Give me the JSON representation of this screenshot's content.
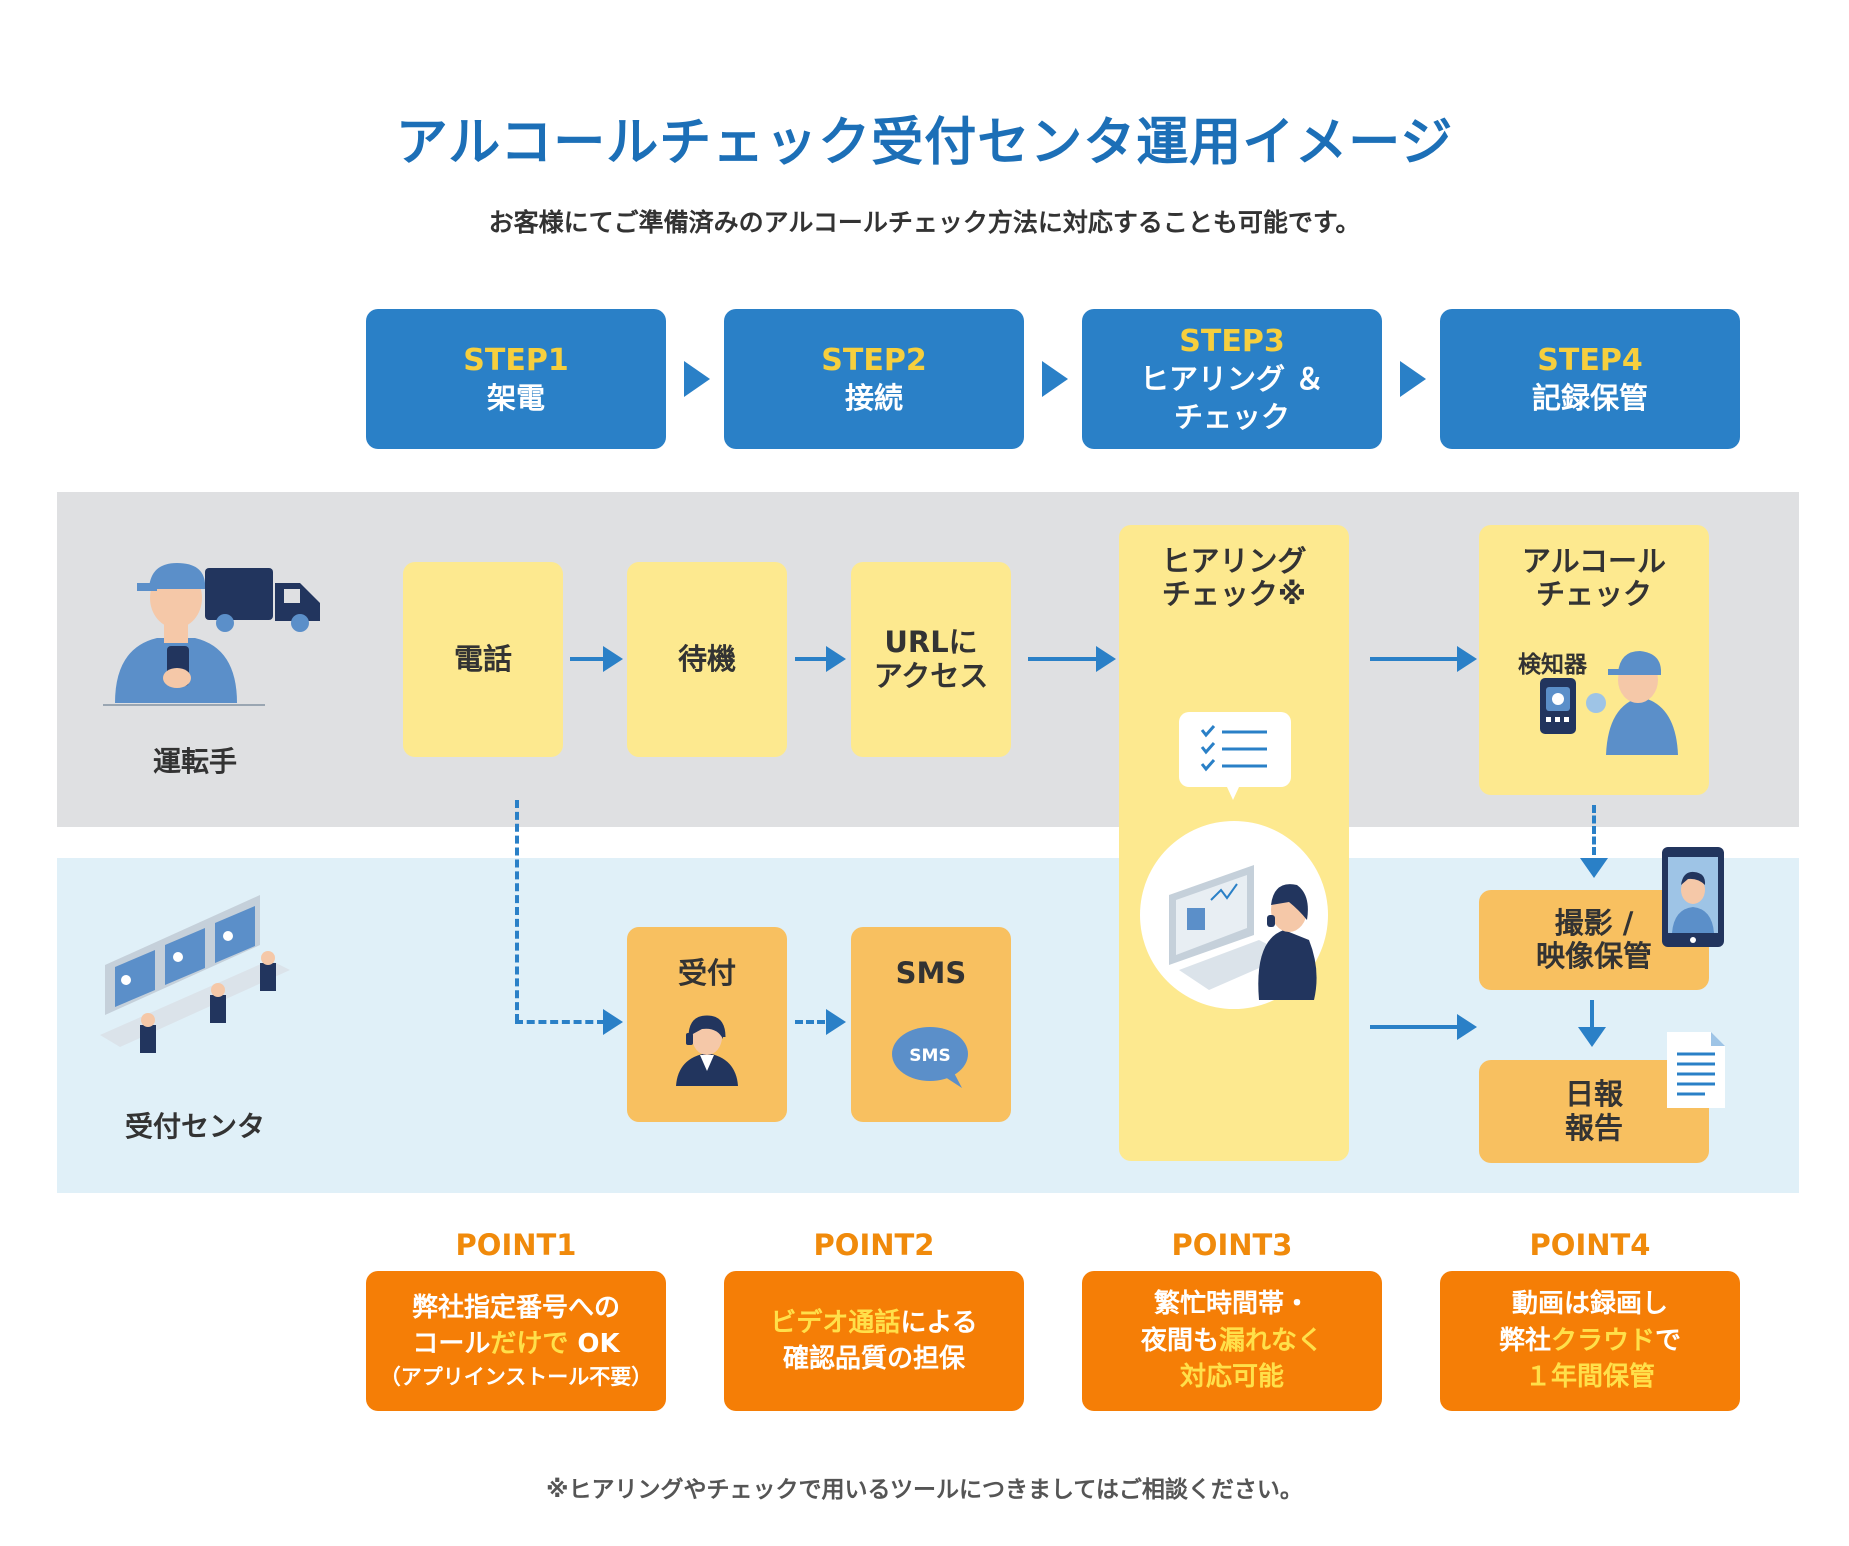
{
  "title": "アルコールチェック受付センタ運用イメージ",
  "subtitle": "お客様にてご準備済みのアルコールチェック方法に対応することも可能です。",
  "steps": [
    {
      "num": "STEP1",
      "label": "架電",
      "label2": ""
    },
    {
      "num": "STEP2",
      "label": "接続",
      "label2": ""
    },
    {
      "num": "STEP3",
      "label": "ヒアリング ＆",
      "label2": "チェック"
    },
    {
      "num": "STEP4",
      "label": "記録保管",
      "label2": ""
    }
  ],
  "lanes": {
    "driver": "運転手",
    "center": "受付センタ"
  },
  "driver_flow": {
    "phone": "電話",
    "wait": "待機",
    "url_1": "URLに",
    "url_2": "アクセス",
    "hearing_1": "ヒアリング",
    "hearing_2": "チェック※",
    "alcohol_1": "アルコール",
    "alcohol_2": "チェック",
    "detector": "検知器"
  },
  "center_flow": {
    "reception": "受付",
    "sms": "SMS",
    "sms_bubble": "SMS",
    "record_1": "撮影 /",
    "record_2": "映像保管",
    "report_1": "日報",
    "report_2": "報告"
  },
  "points": [
    {
      "label": "POINT1",
      "l1": "弊社指定番号への",
      "l2a": "コール",
      "l2b": "だけで",
      "l2c": " OK",
      "l3": "（アプリインストール不要）"
    },
    {
      "label": "POINT2",
      "l1a": "ビデオ通話",
      "l1b": "による",
      "l2": "確認品質の担保"
    },
    {
      "label": "POINT3",
      "l1": "繁忙時間帯・",
      "l2a": "夜間も",
      "l2b": "漏れなく",
      "l3": "対応可能"
    },
    {
      "label": "POINT4",
      "l1": "動画は録画し",
      "l2a": "弊社",
      "l2b": "クラウド",
      "l2c": "で",
      "l3": "１年間保管"
    }
  ],
  "footnote": "※ヒアリングやチェックで用いるツールにつきましてはご相談ください。",
  "colors": {
    "blue": "#2a80c7",
    "title": "#1c6fb7",
    "yellow": "#fde98f",
    "orange_box": "#f8c060",
    "point": "#f57e06",
    "point_label": "#f08a0b",
    "highlight": "#ffe04a"
  }
}
